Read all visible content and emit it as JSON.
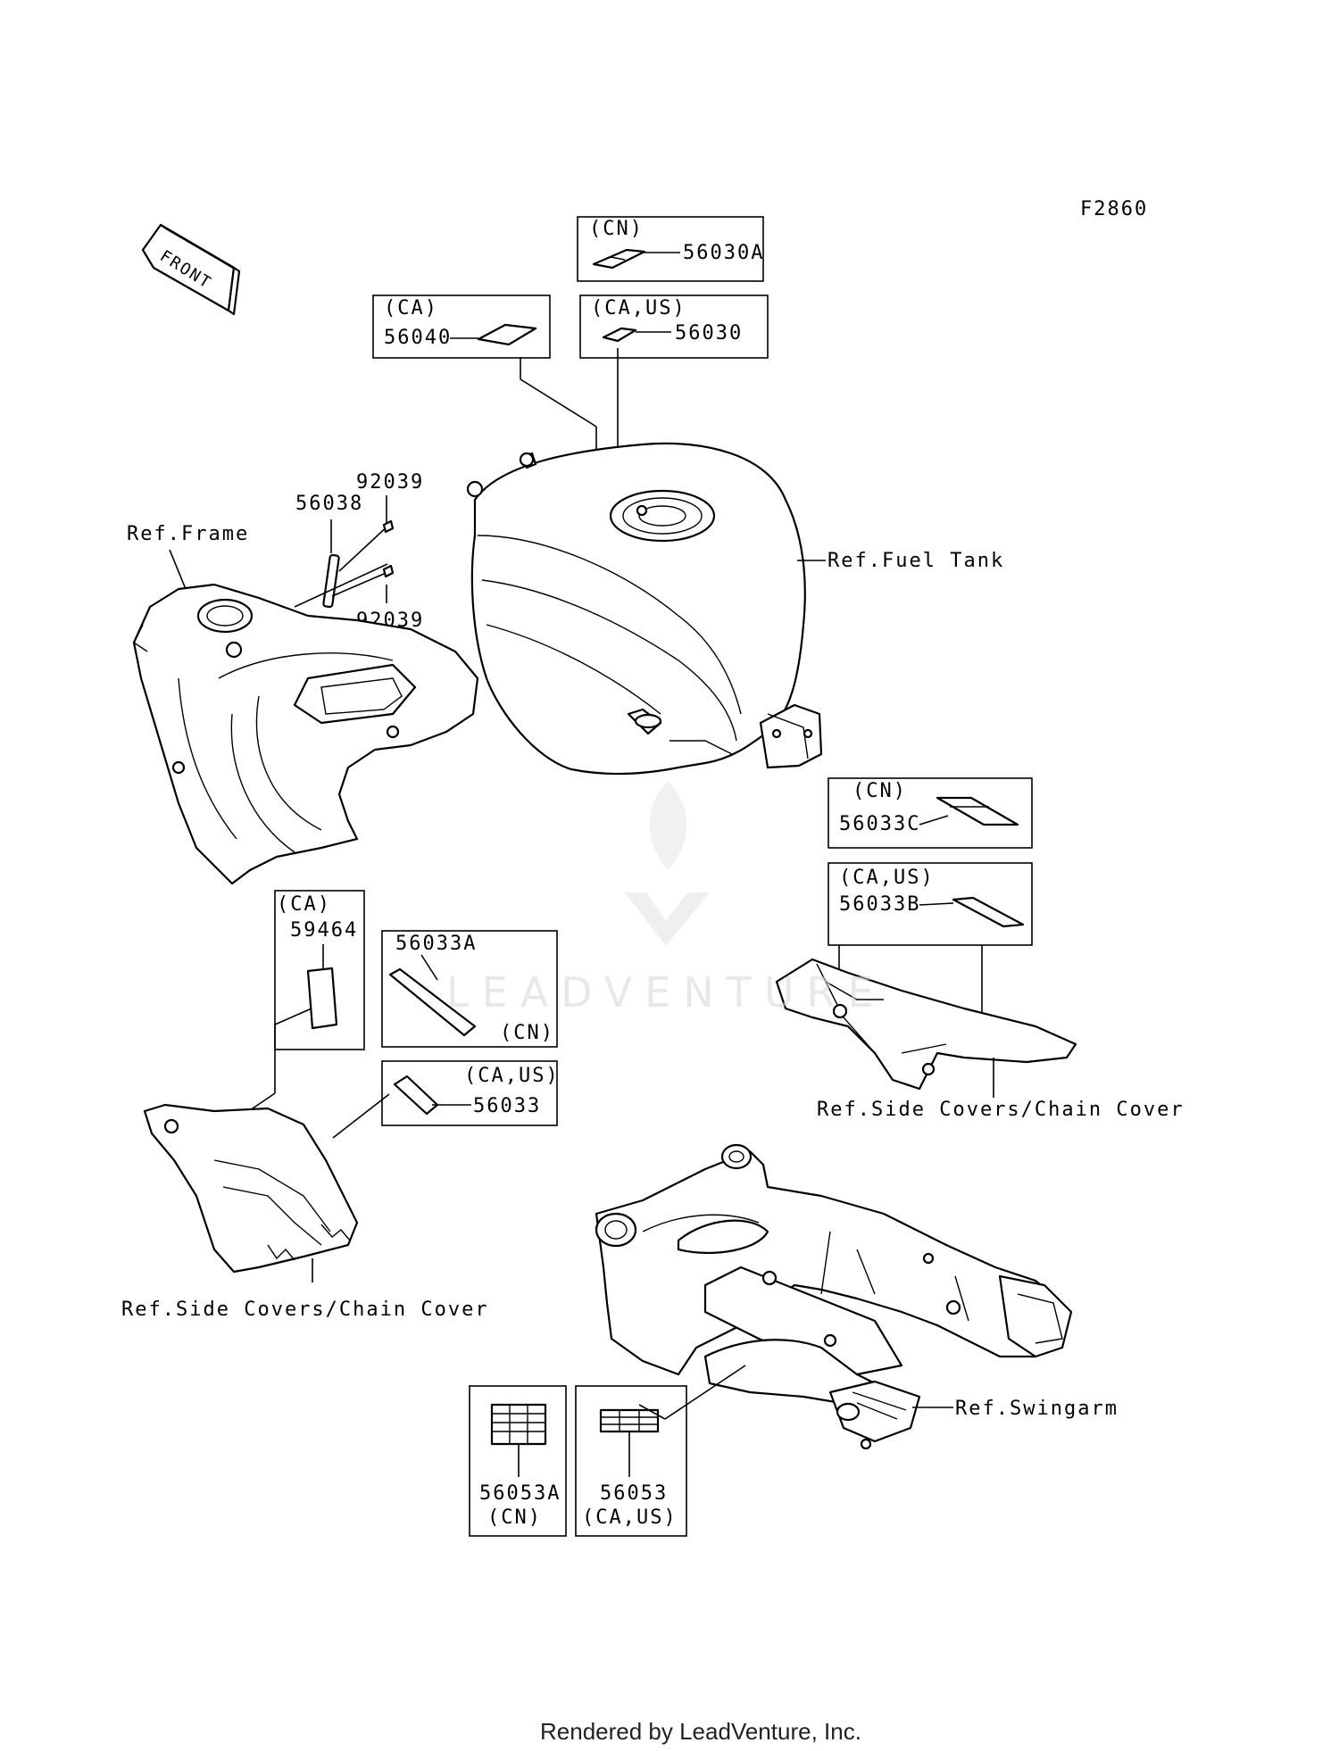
{
  "diagram_code": "F2860",
  "front_label": "FRONT",
  "footer": "Rendered by LeadVenture, Inc.",
  "watermark": "LEADVENTURE",
  "refs": {
    "frame": "Ref.Frame",
    "fuel_tank": "Ref.Fuel Tank",
    "side_covers_right": "Ref.Side Covers/Chain Cover",
    "side_covers_left": "Ref.Side Covers/Chain Cover",
    "swingarm": "Ref.Swingarm"
  },
  "callouts": {
    "cn_56030a": {
      "region": "(CN)",
      "part": "56030A"
    },
    "ca_56040": {
      "region": "(CA)",
      "part": "56040"
    },
    "caus_56030": {
      "region": "(CA,US)",
      "part": "56030"
    },
    "p56038": "56038",
    "p92039_top": "92039",
    "p92039_bottom": "92039",
    "cn_56033c": {
      "region": "(CN)",
      "part": "56033C"
    },
    "caus_56033b": {
      "region": "(CA,US)",
      "part": "56033B"
    },
    "ca_59464": {
      "region": "(CA)",
      "part": "59464"
    },
    "cn_56033a": {
      "region": "(CN)",
      "part": "56033A"
    },
    "caus_56033": {
      "region": "(CA,US)",
      "part": "56033"
    },
    "cn_56053a": {
      "region": "(CN)",
      "part": "56053A"
    },
    "caus_56053": {
      "region": "(CA,US)",
      "part": "56053"
    }
  }
}
